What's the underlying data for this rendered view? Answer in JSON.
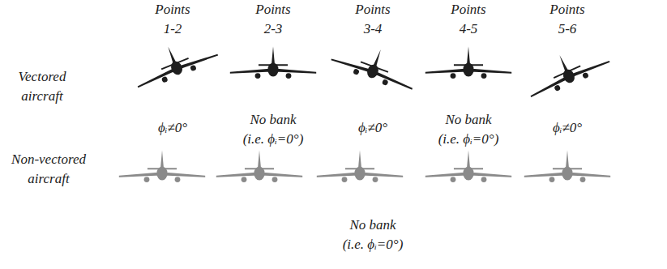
{
  "diagram": {
    "labels": [
      "Points 1-2",
      "Points 2-3",
      "Points 3-4",
      "Points 4-5",
      "Points 5-6",
      "Vectored aircraft",
      "ϕᵢ≠0°",
      "No bank (i.e. ϕᵢ=0°)",
      "ϕᵢ≠0°",
      "No bank (i.e. ϕᵢ=0°)",
      "ϕᵢ≠0°",
      "Non-vectored aircraft",
      "No bank (i.e. ϕᵢ=0°)"
    ]
  }
}
